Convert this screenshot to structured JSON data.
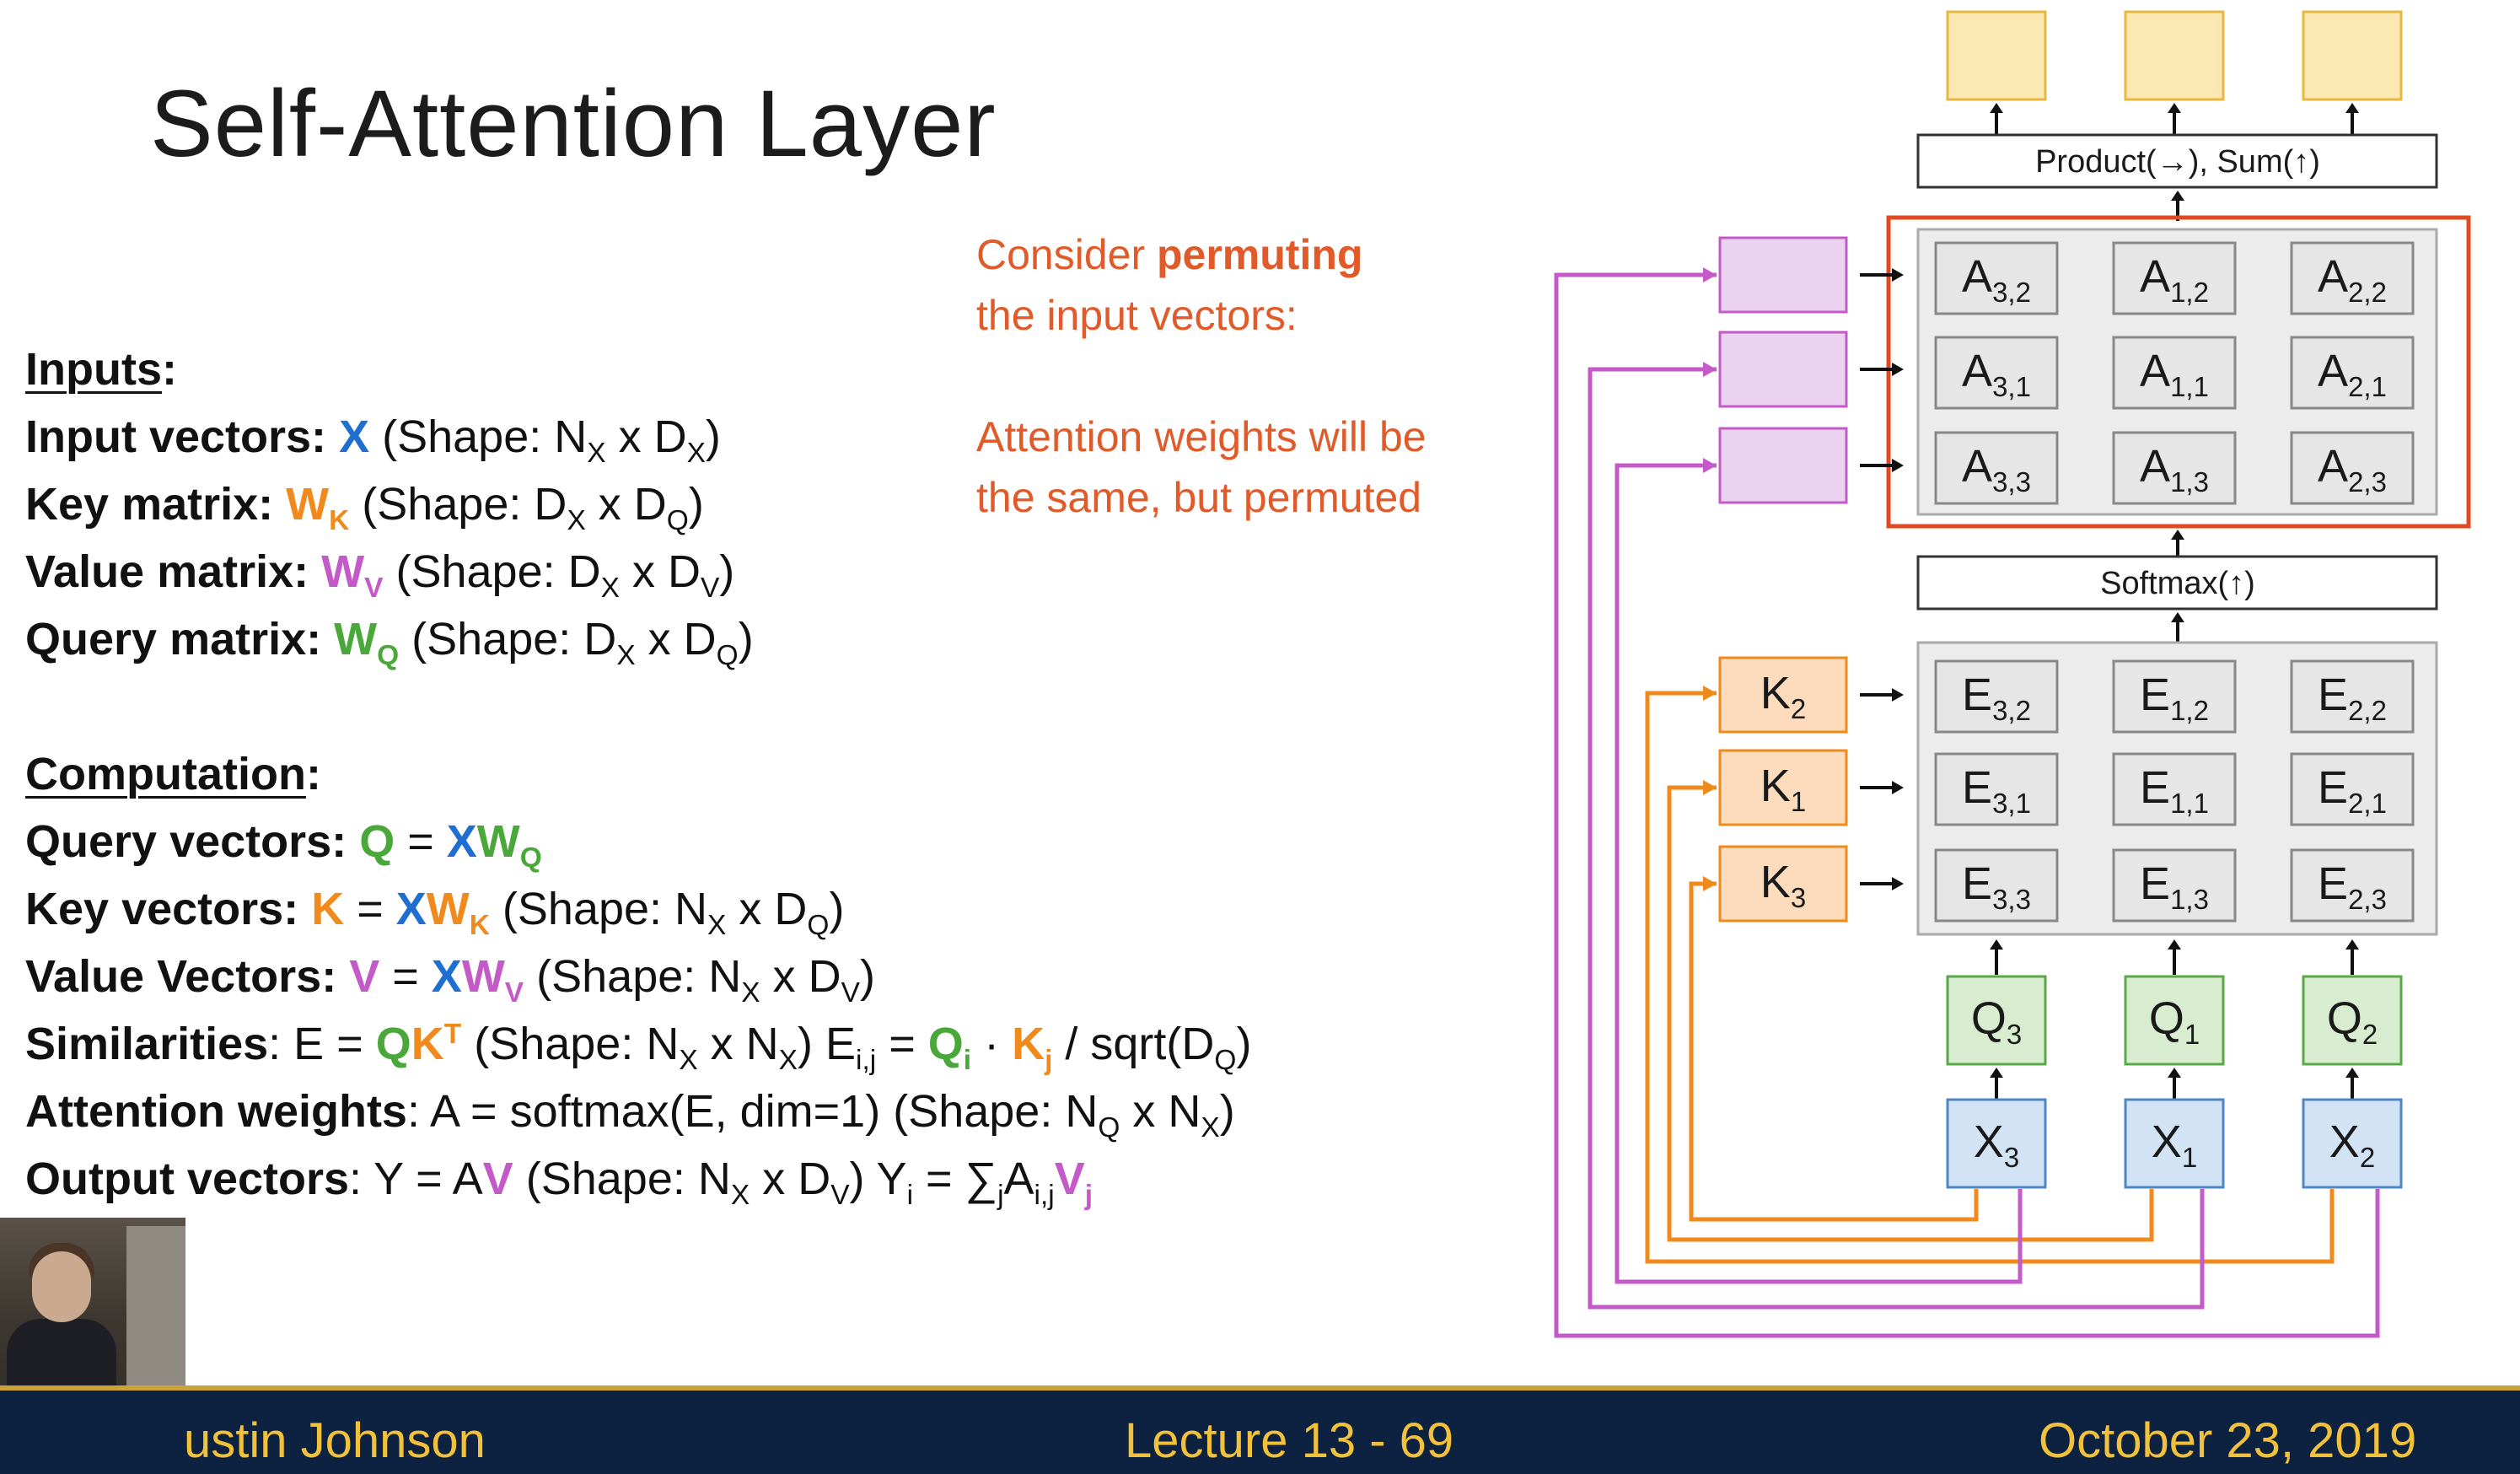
{
  "slide": {
    "title": "Self-Attention Layer"
  },
  "inputs": {
    "heading": "Inputs",
    "lines": [
      {
        "label": "Input vectors:",
        "sym": "X",
        "rest": " (Shape: N",
        "a": "X",
        "b": " x D",
        "c": "X",
        "d": ")"
      },
      {
        "label": "Key matrix:",
        "sym": "W",
        "symsub": "K",
        "rest": " (Shape: D",
        "a": "X",
        "b": " x D",
        "c": "Q",
        "d": ")"
      },
      {
        "label": "Value matrix:",
        "sym": "W",
        "symsub": "V",
        "rest": " (Shape: D",
        "a": "X",
        "b": " x D",
        "c": "V",
        "d": ")"
      },
      {
        "label": "Query matrix:",
        "sym": "W",
        "symsub": "Q",
        "rest": " (Shape: D",
        "a": "X",
        "b": " x D",
        "c": "Q",
        "d": ")"
      }
    ]
  },
  "computation": {
    "heading": "Computation",
    "query": {
      "label": "Query vectors:",
      "lhs": "Q",
      "eq": " = ",
      "x": "X",
      "w": "W",
      "wsub": "Q"
    },
    "key": {
      "label": "Key vectors:",
      "lhs": "K",
      "eq": " = ",
      "x": "X",
      "w": "W",
      "wsub": "K",
      "shape": "  (Shape: N",
      "s1": "X",
      "s2": " x D",
      "s3": "Q",
      "s4": ")"
    },
    "value": {
      "label": "Value Vectors:",
      "lhs": "V",
      "eq": " = ",
      "x": "X",
      "w": "W",
      "wsub": "V",
      "shape": " (Shape: N",
      "s1": "X",
      "s2": " x D",
      "s3": "V",
      "s4": ")"
    },
    "sim": {
      "label": "Similarities",
      "pre": ": E = ",
      "q": "Q",
      "k": "K",
      "sup": "T",
      "shape": " (Shape: N",
      "s1": "X",
      "s2": " x N",
      "s3": "X",
      "s4": ") E",
      "esub": "i,j",
      "mid": " = ",
      "qi": "Q",
      "qisub": "i",
      "dot": " · ",
      "kj": "K",
      "kjsub": "j",
      "tail": " / sqrt(D",
      "tsub": "Q",
      "tend": ")"
    },
    "attn": {
      "label": "Attention weights",
      "pre": ": A = softmax(E, dim=1)  (Shape: N",
      "s1": "Q",
      "s2": " x N",
      "s3": "X",
      "s4": ")"
    },
    "out": {
      "label": "Output vectors",
      "pre": ": Y = A",
      "v": "V",
      "shape": " (Shape: N",
      "s1": "X",
      "s2": " x D",
      "s3": "V",
      "s4": ") Y",
      "ysub": "i",
      "sum": " = ∑",
      "sumsub": "j",
      "a": "A",
      "asub": "i,j",
      "vj": "V",
      "vjsub": "j"
    }
  },
  "note": {
    "line1_pre": "Consider ",
    "line1_bold": "permuting",
    "line2": "the input vectors:",
    "line3": "Attention weights will be",
    "line4": "the same, but permuted"
  },
  "diagram": {
    "product_label": "Product(→),  Sum(↑)",
    "softmax_label": "Softmax(↑)",
    "A_rows": [
      [
        {
          "b": "A",
          "s": "3,2"
        },
        {
          "b": "A",
          "s": "1,2"
        },
        {
          "b": "A",
          "s": "2,2"
        }
      ],
      [
        {
          "b": "A",
          "s": "3,1"
        },
        {
          "b": "A",
          "s": "1,1"
        },
        {
          "b": "A",
          "s": "2,1"
        }
      ],
      [
        {
          "b": "A",
          "s": "3,3"
        },
        {
          "b": "A",
          "s": "1,3"
        },
        {
          "b": "A",
          "s": "2,3"
        }
      ]
    ],
    "E_rows": [
      [
        {
          "b": "E",
          "s": "3,2"
        },
        {
          "b": "E",
          "s": "1,2"
        },
        {
          "b": "E",
          "s": "2,2"
        }
      ],
      [
        {
          "b": "E",
          "s": "3,1"
        },
        {
          "b": "E",
          "s": "1,1"
        },
        {
          "b": "E",
          "s": "2,1"
        }
      ],
      [
        {
          "b": "E",
          "s": "3,3"
        },
        {
          "b": "E",
          "s": "1,3"
        },
        {
          "b": "E",
          "s": "2,3"
        }
      ]
    ],
    "keys": [
      {
        "b": "K",
        "s": "2"
      },
      {
        "b": "K",
        "s": "1"
      },
      {
        "b": "K",
        "s": "3"
      }
    ],
    "queries": [
      {
        "b": "Q",
        "s": "3"
      },
      {
        "b": "Q",
        "s": "1"
      },
      {
        "b": "Q",
        "s": "2"
      }
    ],
    "inputs": [
      {
        "b": "X",
        "s": "3"
      },
      {
        "b": "X",
        "s": "1"
      },
      {
        "b": "X",
        "s": "2"
      }
    ],
    "colors": {
      "output_fill": "#fce8b2",
      "output_stroke": "#e8b740",
      "value_fill": "#ead1f0",
      "value_stroke": "#c45ac8",
      "key_fill": "#fcdcbc",
      "key_stroke": "#f08a1c",
      "query_fill": "#d8ecd0",
      "query_stroke": "#5aa84a",
      "input_fill": "#d3e3f6",
      "input_stroke": "#4f86c6",
      "grid_fill": "#ececec",
      "highlight": "#e04a22"
    }
  },
  "footer": {
    "author": "ustin Johnson",
    "lecture": "Lecture 13 - 69",
    "date": "October 23, 2019"
  }
}
